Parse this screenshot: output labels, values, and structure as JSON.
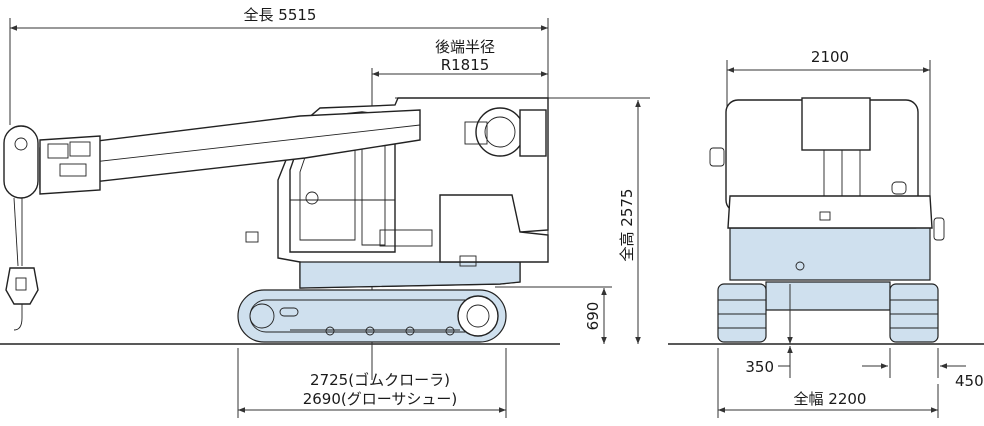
{
  "side_view": {
    "overall_length": "全長 5515",
    "tail_radius_title": "後端半径",
    "tail_radius_value": "R1815",
    "overall_height": "全高 2575",
    "crawler_height": "690",
    "track_length_rubber": "2725(ゴムクローラ)",
    "track_length_grouser": "2690(グローサシュー)"
  },
  "rear_view": {
    "upper_width": "2100",
    "ground_clearance": "350",
    "shoe_width": "450",
    "overall_width": "全幅 2200"
  },
  "colors": {
    "line": "#222222",
    "shade": "#cfe0ee",
    "background": "#ffffff"
  }
}
